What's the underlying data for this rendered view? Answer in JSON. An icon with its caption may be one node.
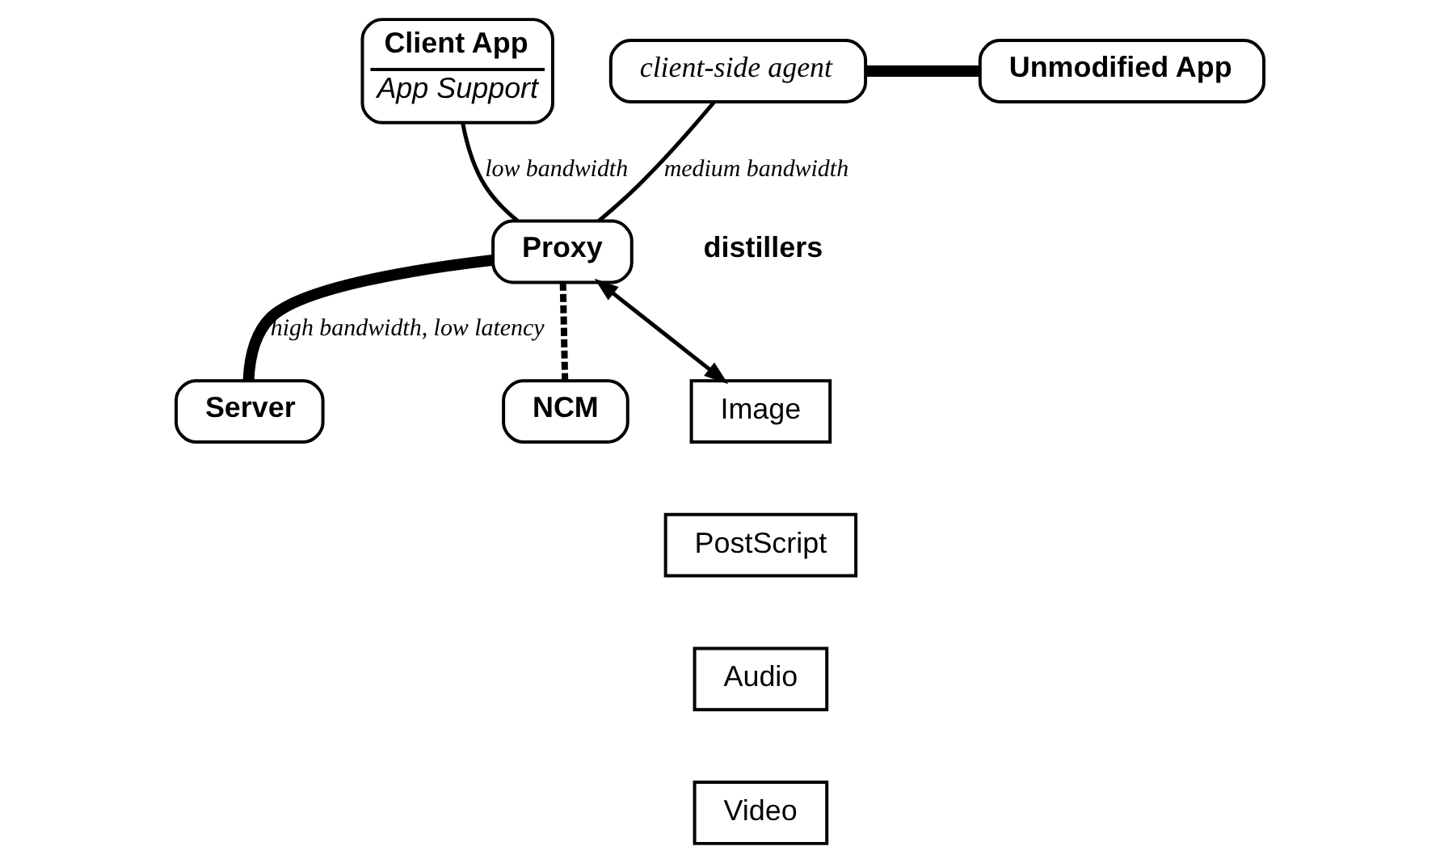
{
  "diagram": {
    "nodes": [
      {
        "text": [
          "Client App",
          "App Support"
        ]
      },
      {
        "text": [
          "client-side agent"
        ]
      },
      {
        "text": [
          "Unmodified App"
        ]
      },
      {
        "text": [
          "Proxy"
        ]
      },
      {
        "text": [
          "Image"
        ]
      },
      {
        "text": [
          "PostScript"
        ]
      },
      {
        "text": [
          "Audio"
        ]
      },
      {
        "text": [
          "Video"
        ]
      },
      {
        "text": [
          "Server"
        ]
      },
      {
        "text": [
          "NCM"
        ]
      }
    ],
    "edges": [
      {
        "from": 0,
        "to": 3,
        "arrow": "none",
        "label": "low bandwidth"
      },
      {
        "from": 1,
        "to": 3,
        "arrow": "none",
        "label": "medium bandwidth"
      },
      {
        "from": 1,
        "to": 2,
        "arrow": "none",
        "style": "thick"
      },
      {
        "from": 3,
        "to": 4,
        "arrow": "both"
      },
      {
        "from": 3,
        "to": 8,
        "arrow": "none",
        "style": "thick",
        "label": "high bandwidth, low latency"
      },
      {
        "from": 3,
        "to": 9,
        "arrow": "none",
        "style": "dashed"
      }
    ],
    "labels": [
      "distillers"
    ]
  }
}
